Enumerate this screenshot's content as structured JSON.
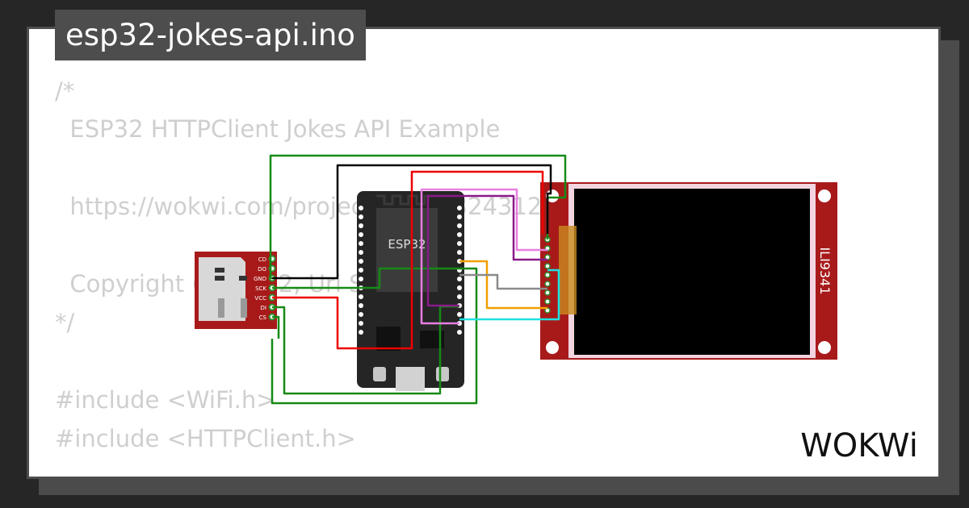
{
  "project": {
    "filename": "esp32-jokes-api.ino"
  },
  "code_lines": [
    "/*",
    "  ESP32 HTTPClient Jokes API Example",
    "",
    "  https://wokwi.com/projects/342032431249883731",
    "",
    "  Copyright (C) 2022, Uri Shaked",
    "*/",
    "",
    "#include <WiFi.h>",
    "#include <HTTPClient.h>"
  ],
  "parts": {
    "sd_card": {
      "pins": [
        "CD",
        "DO",
        "GND",
        "SCK",
        "VCC",
        "DI",
        "CS"
      ]
    },
    "esp32": {
      "label": "ESP32"
    },
    "display": {
      "label": "ILI9341"
    }
  },
  "brand": {
    "logo_text": "WOKWi",
    "icon": "wokwi-logo"
  },
  "colors": {
    "background": "#262626",
    "card": "#ffffff",
    "filename_badge": "#4d4d4d",
    "code_text": "#cfcfcf",
    "board_red": "#a81a1a",
    "esp32_board": "#252525",
    "wire_green": "#168a16",
    "wire_black": "#000000",
    "wire_red": "#ee0000",
    "wire_pink": "#e87fe0",
    "wire_purple": "#8a1a8a",
    "wire_orange": "#f0a000",
    "wire_gray": "#8a8a8a",
    "wire_cyan": "#20e0e0"
  }
}
